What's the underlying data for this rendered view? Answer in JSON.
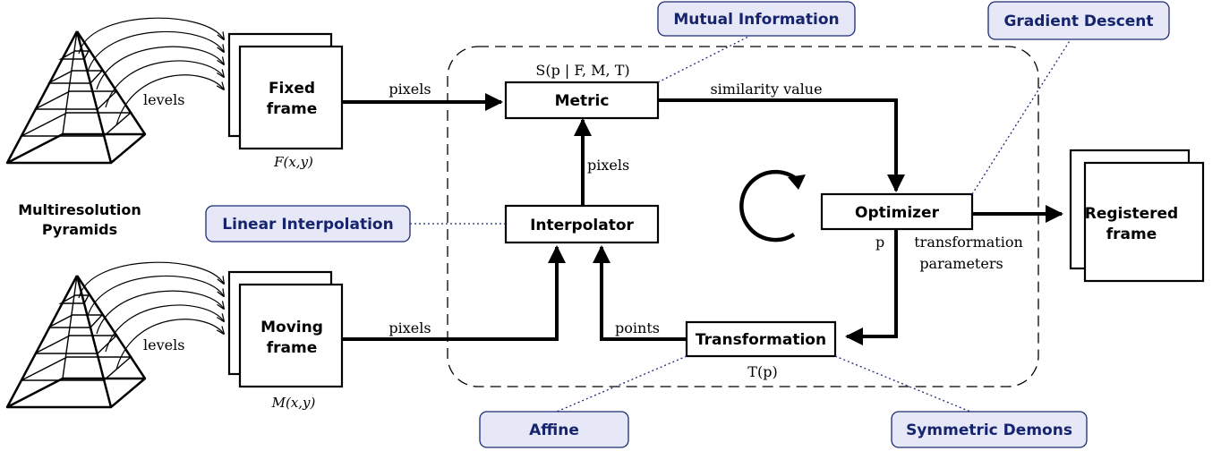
{
  "pyramids": {
    "label_line1": "Multiresolution",
    "label_line2": "Pyramids",
    "top_levels_label": "levels",
    "bottom_levels_label": "levels"
  },
  "fixed_frame": {
    "line1": "Fixed",
    "line2": "frame",
    "caption": "F(x,y)"
  },
  "moving_frame": {
    "line1": "Moving",
    "line2": "frame",
    "caption": "M(x,y)"
  },
  "blocks": {
    "metric": "Metric",
    "metric_formula": "S(p | F, M, T)",
    "interpolator": "Interpolator",
    "optimizer": "Optimizer",
    "transformation": "Transformation",
    "transformation_formula": "T(p)"
  },
  "edges": {
    "fixed_to_metric": "pixels",
    "moving_to_interpolator": "pixels",
    "interpolator_to_metric": "pixels",
    "metric_to_optimizer": "similarity value",
    "optimizer_p": "p",
    "optimizer_params_line1": "transformation",
    "optimizer_params_line2": "parameters",
    "transformation_to_interpolator": "points"
  },
  "tags": {
    "metric_type": "Mutual Information",
    "optimizer_type": "Gradient Descent",
    "interpolator_type": "Linear Interpolation",
    "transform_type_1": "Affine",
    "transform_type_2": "Symmetric Demons"
  },
  "output": {
    "line1": "Registered",
    "line2": "frame"
  },
  "colors": {
    "tag_fill": "#e6e8f7",
    "tag_stroke": "#1c2a75",
    "tag_text": "#16246e"
  },
  "icons": {
    "loop": "clockwise-loop-icon",
    "pyramid": "pyramid-icon"
  }
}
